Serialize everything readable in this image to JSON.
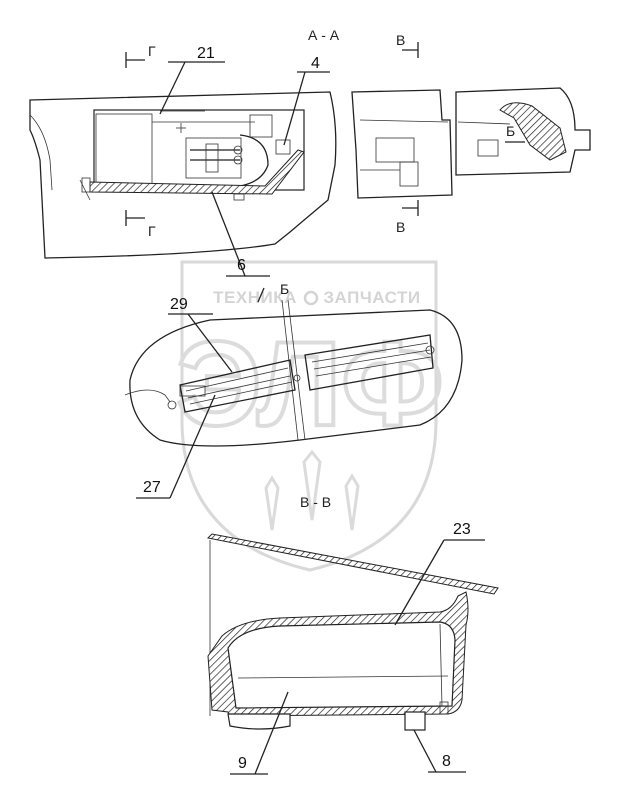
{
  "views": {
    "section_aa": "А - А",
    "section_bb": "В - В",
    "cut_g": "Г",
    "cut_v": "В",
    "detail_b": "Б"
  },
  "callouts": {
    "c21": "21",
    "c4": "4",
    "c6": "6",
    "c29": "29",
    "c27": "27",
    "c23": "23",
    "c9": "9",
    "c8": "8"
  },
  "watermark": {
    "left_word": "ТЕХНИКА",
    "right_word": "ЗАПЧАСТИ",
    "logo": "ЭЛФ"
  },
  "colors": {
    "line": "#222222",
    "watermark": "#d0d0d0"
  }
}
